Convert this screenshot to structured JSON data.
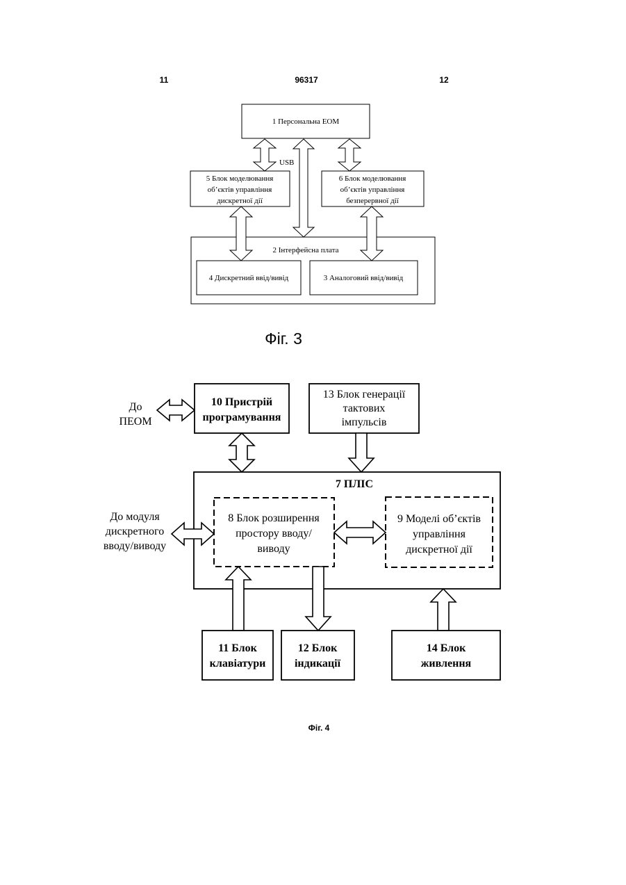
{
  "header": {
    "left_page": "11",
    "patent_number": "96317",
    "right_page": "12"
  },
  "fig3": {
    "caption": "Фіг. 3",
    "pc": "1 Персональна ЕОМ",
    "usb": "USB",
    "block5": [
      "5 Блок моделювання",
      "об’єктів управління",
      "дискретної дії"
    ],
    "block6": [
      "6 Блок моделювання",
      "об’єктів управління",
      "безперервної дії"
    ],
    "board": "2 Інтерфейсна плата",
    "block4": "4 Дискретний ввід/вивід",
    "block3": "3 Аналоговий ввід/вивід"
  },
  "fig4": {
    "caption": "Фіг. 4",
    "to_pc": [
      "До",
      "ПЕОМ"
    ],
    "block10": [
      "10 Пристрій",
      "програмування"
    ],
    "block13": [
      "13 Блок генерації",
      "тактових",
      "імпульсів"
    ],
    "pld": "7 ПЛІС",
    "to_module": [
      "До модуля",
      "дискретного",
      "вводу/виводу"
    ],
    "block8": [
      "8 Блок розширення",
      "простору вводу/",
      "виводу"
    ],
    "block9": [
      "9 Моделі об’єктів",
      "управління",
      "дискретної дії"
    ],
    "block11": [
      "11 Блок",
      "клавіатури"
    ],
    "block12": [
      "12 Блок",
      "індикації"
    ],
    "block14": [
      "14 Блок",
      "живлення"
    ]
  }
}
